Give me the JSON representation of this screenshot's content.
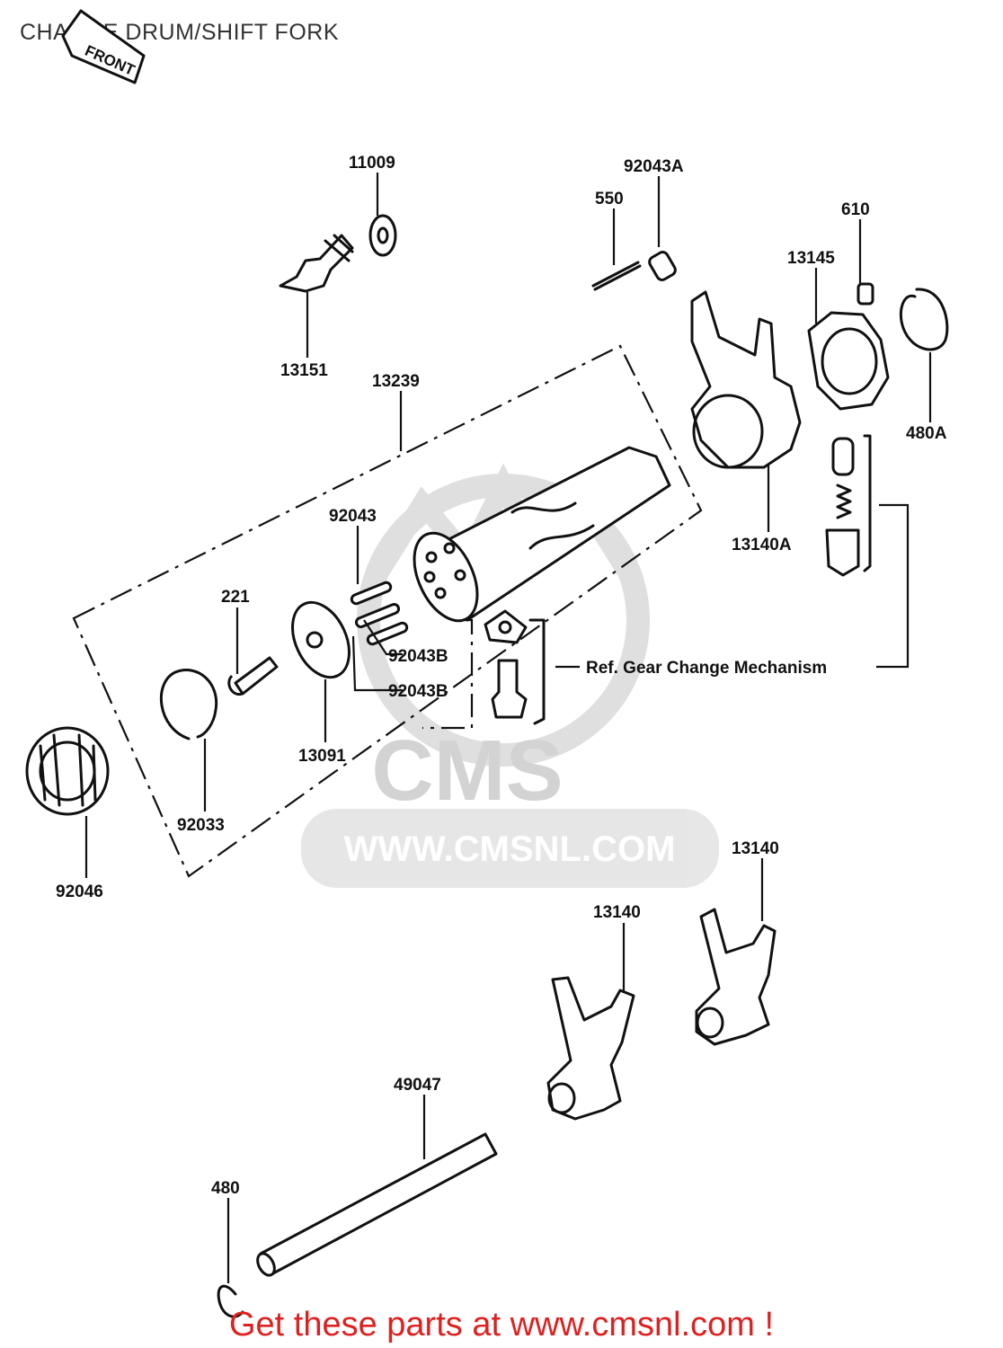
{
  "title": "CHANGE DRUM/SHIFT FORK",
  "front_arrow": "FRONT",
  "watermark": {
    "brand": "CMS",
    "url": "WWW.CMSNL.COM"
  },
  "reference_label": "Ref.  Gear Change Mechanism",
  "footer_cta": "Get these parts at www.cmsnl.com !",
  "part_labels": [
    "11009",
    "13151",
    "13239",
    "92043A",
    "550",
    "610",
    "13145",
    "480A",
    "13140A",
    "92043",
    "221",
    "92043B",
    "92043B",
    "13091",
    "92033",
    "92046",
    "13140",
    "13140",
    "49047",
    "480"
  ],
  "colors": {
    "ink": "#111111",
    "watermark": "#cfcfcf",
    "cta": "#e02020"
  }
}
